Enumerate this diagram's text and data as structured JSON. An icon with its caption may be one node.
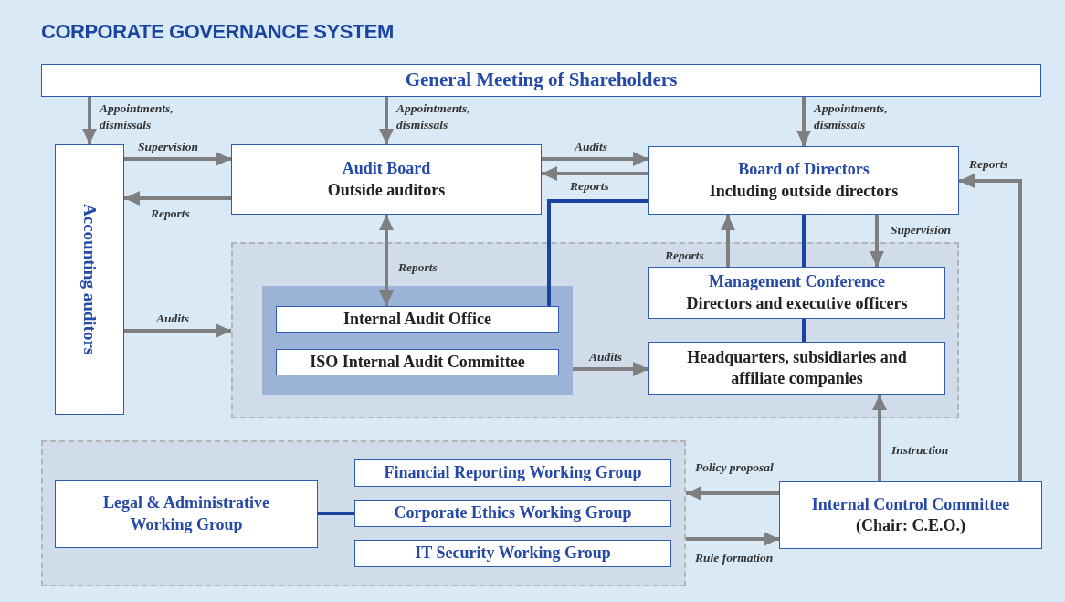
{
  "diagram": {
    "title": "CORPORATE GOVERNANCE SYSTEM",
    "nodes": [
      {
        "text": [
          "General Meeting of Shareholders"
        ]
      },
      {
        "text": [
          "Accounting auditors"
        ]
      },
      {
        "text": [
          "Audit Board",
          "Outside auditors"
        ]
      },
      {
        "text": [
          "Board of Directors",
          "Including outside directors"
        ]
      },
      {
        "text": [],
        "shape": "box"
      },
      {
        "text": [],
        "shape": "box",
        "in": 4
      },
      {
        "text": [
          "Internal Audit Office"
        ],
        "in": 5
      },
      {
        "text": [
          "ISO Internal Audit Committee"
        ],
        "in": 5
      },
      {
        "text": [
          "Management Conference",
          "Directors and executive officers"
        ],
        "in": 4
      },
      {
        "text": [
          "Headquarters, subsidiaries and affiliate companies"
        ],
        "in": 4
      },
      {
        "text": [],
        "shape": "box"
      },
      {
        "text": [
          "Legal & Administrative Working Group"
        ],
        "in": 10
      },
      {
        "text": [
          "Financial Reporting Working Group"
        ],
        "in": 10
      },
      {
        "text": [
          "Corporate Ethics Working Group"
        ],
        "in": 10
      },
      {
        "text": [
          "IT Security Working Group"
        ],
        "in": 10
      },
      {
        "text": [
          "Internal Control Committee",
          "(Chair: C.E.O.)"
        ]
      }
    ],
    "edges": [
      {
        "from": 0,
        "to": 1,
        "arrow": "to",
        "label": "Appointments, dismissals"
      },
      {
        "from": 0,
        "to": 2,
        "arrow": "to",
        "label": "Appointments, dismissals"
      },
      {
        "from": 0,
        "to": 3,
        "arrow": "to",
        "label": "Appointments, dismissals"
      },
      {
        "from": 1,
        "to": 2,
        "arrow": "to",
        "label": "Supervision"
      },
      {
        "from": 2,
        "to": 1,
        "arrow": "to",
        "label": "Reports"
      },
      {
        "from": 1,
        "to": 4,
        "arrow": "to",
        "label": "Audits"
      },
      {
        "from": 2,
        "to": 3,
        "arrow": "to",
        "label": "Audits"
      },
      {
        "from": 3,
        "to": 2,
        "arrow": "to",
        "label": "Reports"
      },
      {
        "from": 2,
        "to": 6,
        "arrow": "both",
        "label": "Reports"
      },
      {
        "from": 6,
        "to": 3,
        "arrow": "none",
        "color": "#1a44a0"
      },
      {
        "from": 8,
        "to": 3,
        "arrow": "to",
        "label": "Reports"
      },
      {
        "from": 3,
        "to": 8,
        "arrow": "to",
        "label": "Supervision"
      },
      {
        "from": 3,
        "to": 8,
        "arrow": "none",
        "color": "#1a44a0"
      },
      {
        "from": 8,
        "to": 9,
        "arrow": "none",
        "color": "#1a44a0"
      },
      {
        "from": 5,
        "to": 9,
        "arrow": "to",
        "label": "Audits"
      },
      {
        "from": 15,
        "to": 9,
        "arrow": "to",
        "label": "Instruction"
      },
      {
        "from": 15,
        "to": 3,
        "arrow": "to",
        "label": "Reports"
      },
      {
        "from": 15,
        "to": 10,
        "arrow": "to",
        "label": "Policy proposal"
      },
      {
        "from": 10,
        "to": 15,
        "arrow": "to",
        "label": "Rule formation"
      },
      {
        "from": 11,
        "to": 13,
        "arrow": "none",
        "color": "#1a44a0"
      }
    ]
  }
}
